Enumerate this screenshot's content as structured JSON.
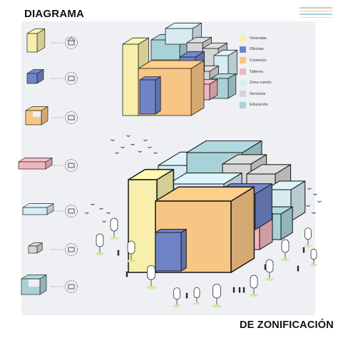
{
  "title_top": "DIAGRAMA",
  "title_bottom": "DE ZONIFICACIÓN",
  "legend": [
    {
      "label": "Viviendas",
      "color": "#f7efab"
    },
    {
      "label": "Oficinas",
      "color": "#7083c6"
    },
    {
      "label": "Comercio",
      "color": "#f8c684"
    },
    {
      "label": "Talleres",
      "color": "#f0b6bf"
    },
    {
      "label": "Zona común",
      "color": "#d6ecf2"
    },
    {
      "label": "Servicios",
      "color": "#d5d5d5"
    },
    {
      "label": "Educación",
      "color": "#a9d2d8"
    }
  ],
  "sidebar": [
    {
      "shape": "tall block",
      "icon": "house-icon",
      "color": "#f7efab"
    },
    {
      "shape": "cube",
      "icon": "desk-icon",
      "color": "#7083c6"
    },
    {
      "shape": "l-block",
      "icon": "cart-icon",
      "color": "#f8c684"
    },
    {
      "shape": "long bar",
      "icon": "tools-icon",
      "color": "#f0b6bf"
    },
    {
      "shape": "flat slab",
      "icon": "sofa-icon",
      "color": "#d6ecf2"
    },
    {
      "shape": "small cube",
      "icon": "wrench-icon",
      "color": "#d5d5d5"
    },
    {
      "shape": "l-stair",
      "icon": "book-icon",
      "color": "#a9d2d8"
    }
  ],
  "corner_lines": [
    "#c9c9c9",
    "#f2c48a",
    "#a9d2d8",
    "#d8e5b0"
  ]
}
